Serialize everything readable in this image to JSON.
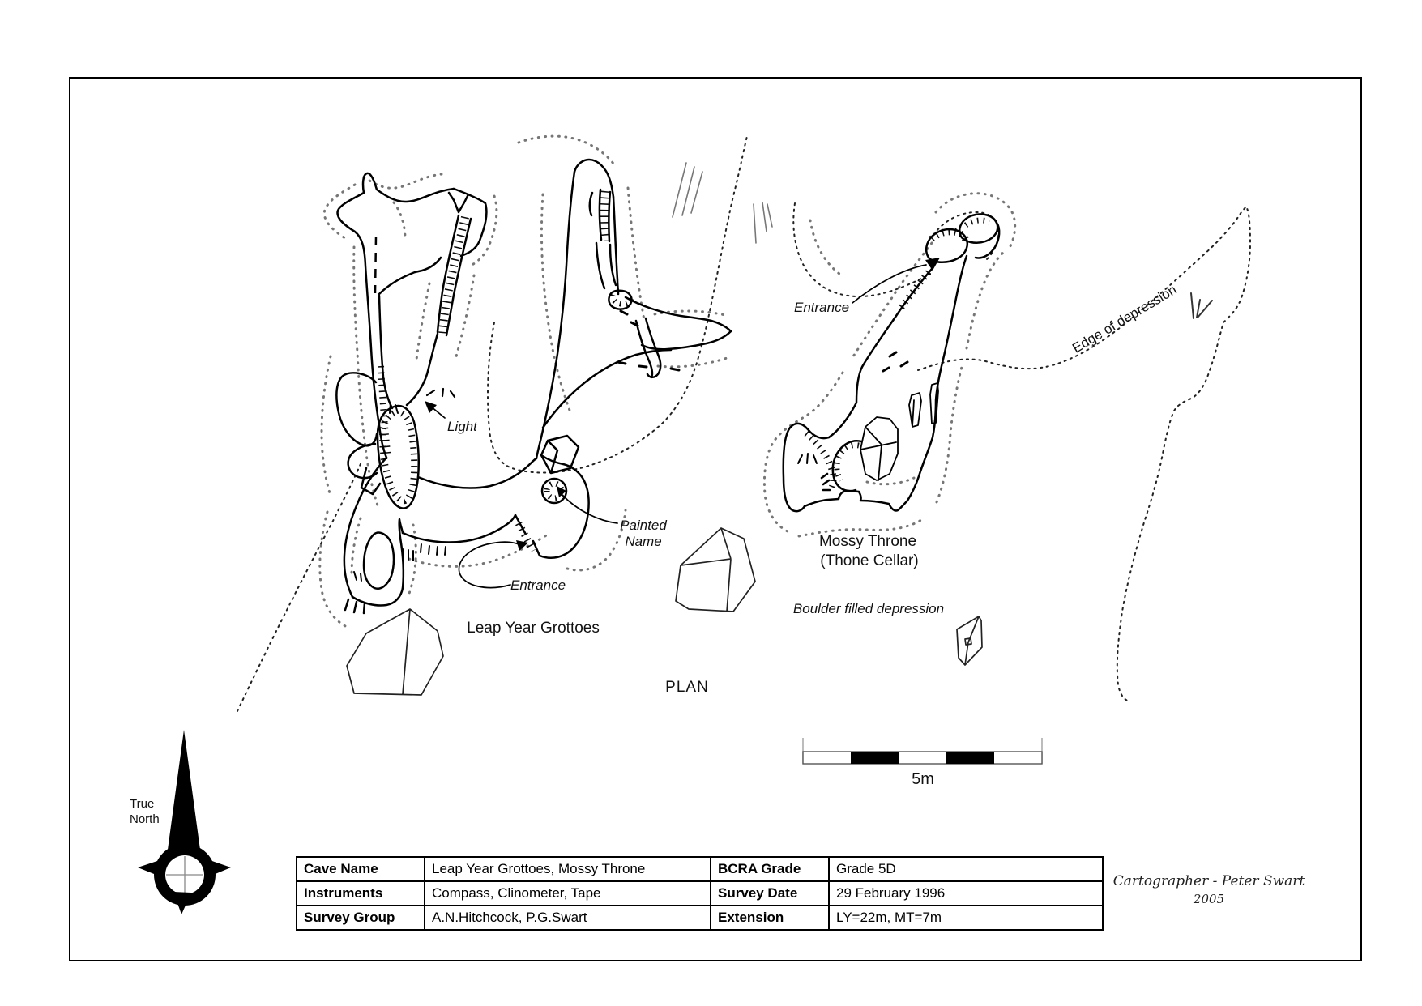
{
  "map": {
    "view_label": "PLAN",
    "cave1": {
      "name": "Leap Year Grottoes",
      "labels": {
        "light": "Light",
        "painted_name_line1": "Painted",
        "painted_name_line2": "Name",
        "entrance": "Entrance"
      }
    },
    "cave2": {
      "name_line1": "Mossy Throne",
      "name_line2": "(Thone Cellar)",
      "labels": {
        "entrance": "Entrance",
        "boulder_depression": "Boulder filled depression"
      }
    },
    "edge_of_depression_label": "Edge of depression",
    "north_arrow": {
      "line1": "True",
      "line2": "North"
    },
    "scale_bar": {
      "label": "5m",
      "segments": 5
    }
  },
  "info_table": {
    "rows": [
      {
        "label_left": "Cave Name",
        "value_left": "Leap Year Grottoes, Mossy Throne",
        "label_right": "BCRA Grade",
        "value_right": "Grade 5D"
      },
      {
        "label_left": "Instruments",
        "value_left": "Compass, Clinometer, Tape",
        "label_right": "Survey Date",
        "value_right": "29 February 1996"
      },
      {
        "label_left": "Survey Group",
        "value_left": "A.N.Hitchcock, P.G.Swart",
        "label_right": "Extension",
        "value_right": "LY=22m, MT=7m"
      }
    ]
  },
  "credit": {
    "line1": "Cartographer - Peter Swart",
    "line2": "2005"
  },
  "colors": {
    "ink": "#000000",
    "stipple": "#555555"
  }
}
